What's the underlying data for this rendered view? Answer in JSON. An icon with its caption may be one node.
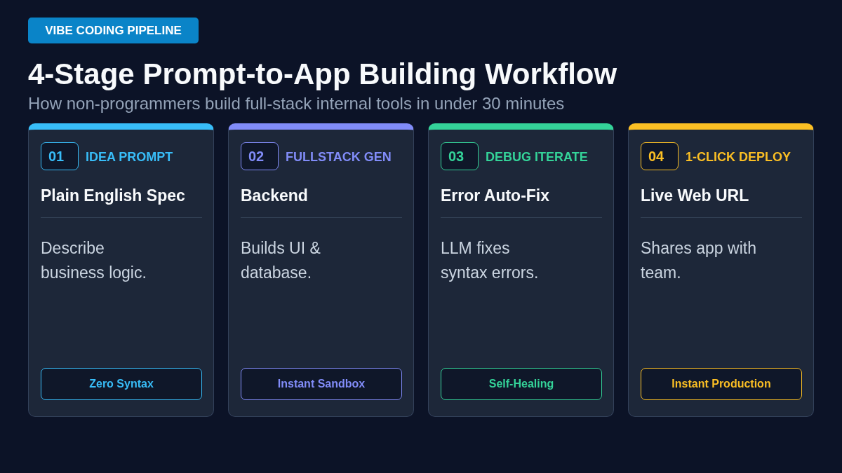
{
  "diagram": {
    "title": "4-Stage Prompt-to-App Building Workflow",
    "nodes": [
      {
        "text": [
          "VIBE CODING PIPELINE"
        ]
      },
      {
        "text": [
          "IDEA PROMPT",
          "Plain English Spec",
          "Describe business logic."
        ]
      },
      {
        "text": [
          "01"
        ],
        "in": 1
      },
      {
        "text": [
          "Zero Syntax"
        ],
        "in": 1
      },
      {
        "text": [
          "FULLSTACK GEN",
          "Backend",
          "Builds UI & database."
        ]
      },
      {
        "text": [
          "02"
        ],
        "in": 4
      },
      {
        "text": [
          "Instant Sandbox"
        ],
        "in": 4
      },
      {
        "text": [
          "DEBUG ITERATE",
          "Error Auto-Fix",
          "LLM fixes syntax errors."
        ]
      },
      {
        "text": [
          "03"
        ],
        "in": 7
      },
      {
        "text": [
          "Self-Healing"
        ],
        "in": 7
      },
      {
        "text": [
          "1-CLICK DEPLOY",
          "Live Web URL",
          "Shares app with team."
        ]
      },
      {
        "text": [
          "04"
        ],
        "in": 10
      },
      {
        "text": [
          "Instant Production"
        ],
        "in": 10
      }
    ],
    "labels": [
      "How non-programmers build full-stack internal tools in under 30 minutes"
    ]
  }
}
